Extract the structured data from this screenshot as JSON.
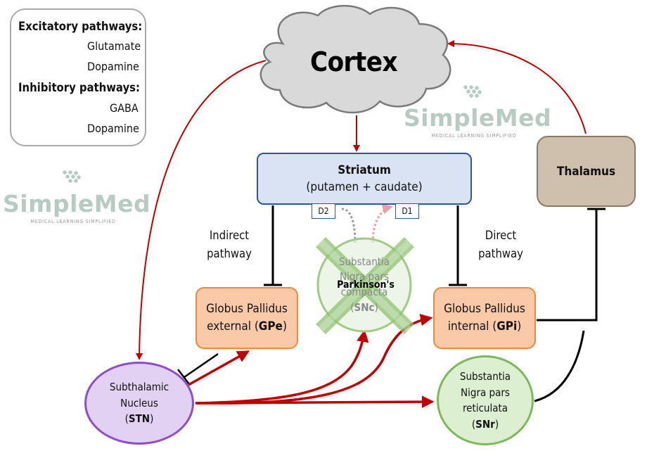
{
  "legend": {
    "excitatory_heading": "Excitatory pathways:",
    "glutamate_label": "Glutamate",
    "dopamine_excitatory_label": "Dopamine",
    "inhibitory_heading": "Inhibitory pathways:",
    "gaba_label": "GABA",
    "dopamine_inhibitory_label": "Dopamine"
  },
  "colors": {
    "excitatory": "#c00000",
    "inhibitory": "#000000",
    "striatum_border": "#2f5597",
    "nucleus_border": "#ed8a3a",
    "cross": "#8dc26f"
  },
  "nodes": {
    "cortex": "Cortex",
    "striatum_title": "Striatum",
    "striatum_subtitle": "(putamen + caudate)",
    "d2_label": "D2",
    "d1_label": "D1",
    "thalamus": "Thalamus",
    "gpe_line1": "Globus Pallidus",
    "gpe_line2_prefix": "external (",
    "gpe_abbr": "GPe",
    "gpe_line2_suffix": ")",
    "gpi_line1": "Globus Pallidus",
    "gpi_line2_prefix": "internal (",
    "gpi_abbr": "GPi",
    "gpi_line2_suffix": ")",
    "stn_line1": "Subthalamic",
    "stn_line2": "Nucleus",
    "stn_prefix": "(",
    "stn_abbr": "STN",
    "stn_suffix": ")",
    "snr_line1": "Substantia",
    "snr_line2": "Nigra pars",
    "snr_line3": "reticulata",
    "snr_prefix": "(",
    "snr_abbr": "SNr",
    "snr_suffix": ")",
    "snc_line1": "Substantia",
    "snc_line2": "Nigra pars",
    "snc_line3": "compacta",
    "snc_prefix": "(",
    "snc_abbr": "SNc",
    "snc_suffix": ")",
    "parkinsons": "Parkinson's"
  },
  "pathways": {
    "indirect_line1": "Indirect",
    "indirect_line2": "pathway",
    "direct_line1": "Direct",
    "direct_line2": "pathway"
  },
  "branding": {
    "name": "SimpleMed",
    "tagline": "MEDICAL LEARNING SIMPLIFIED"
  }
}
